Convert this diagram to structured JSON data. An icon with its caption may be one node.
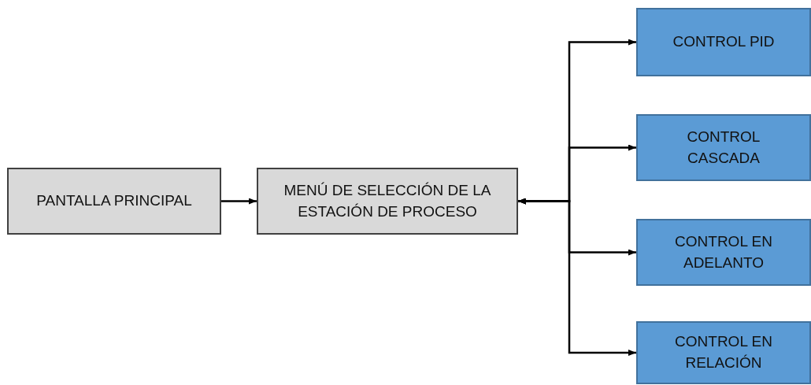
{
  "diagram": {
    "nodes": [
      {
        "text": [
          "PANTALLA PRINCIPAL"
        ]
      },
      {
        "text": [
          "MENÚ DE SELECCIÓN DE LA ESTACIÓN DE PROCESO"
        ]
      },
      {
        "text": [
          "CONTROL PID"
        ]
      },
      {
        "text": [
          "CONTROL CASCADA"
        ]
      },
      {
        "text": [
          "CONTROL EN ADELANTO"
        ]
      },
      {
        "text": [
          "CONTROL EN RELACIÓN"
        ]
      }
    ],
    "edges": [
      {
        "from": 0,
        "to": 1,
        "arrow": "to"
      },
      {
        "from": 1,
        "to": 2,
        "arrow": "both"
      },
      {
        "from": 1,
        "to": 3,
        "arrow": "both"
      },
      {
        "from": 1,
        "to": 4,
        "arrow": "both"
      },
      {
        "from": 1,
        "to": 5,
        "arrow": "both"
      }
    ]
  }
}
